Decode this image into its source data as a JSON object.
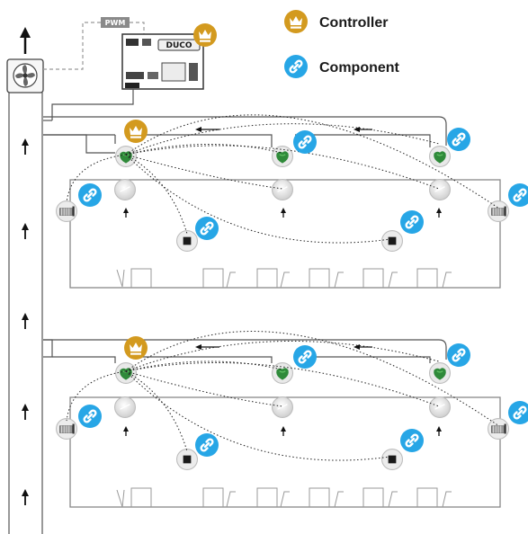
{
  "legend": {
    "controller": {
      "label": "Controller",
      "icon": "crown-icon"
    },
    "component": {
      "label": "Component",
      "icon": "link-icon"
    }
  },
  "pwm_label": "PWM",
  "box_brand": "DUCO",
  "colors": {
    "controller": "#d39a1f",
    "component": "#27a6e6",
    "duct": "#555555",
    "link": "#222222",
    "valve": "#2f8a3a"
  }
}
